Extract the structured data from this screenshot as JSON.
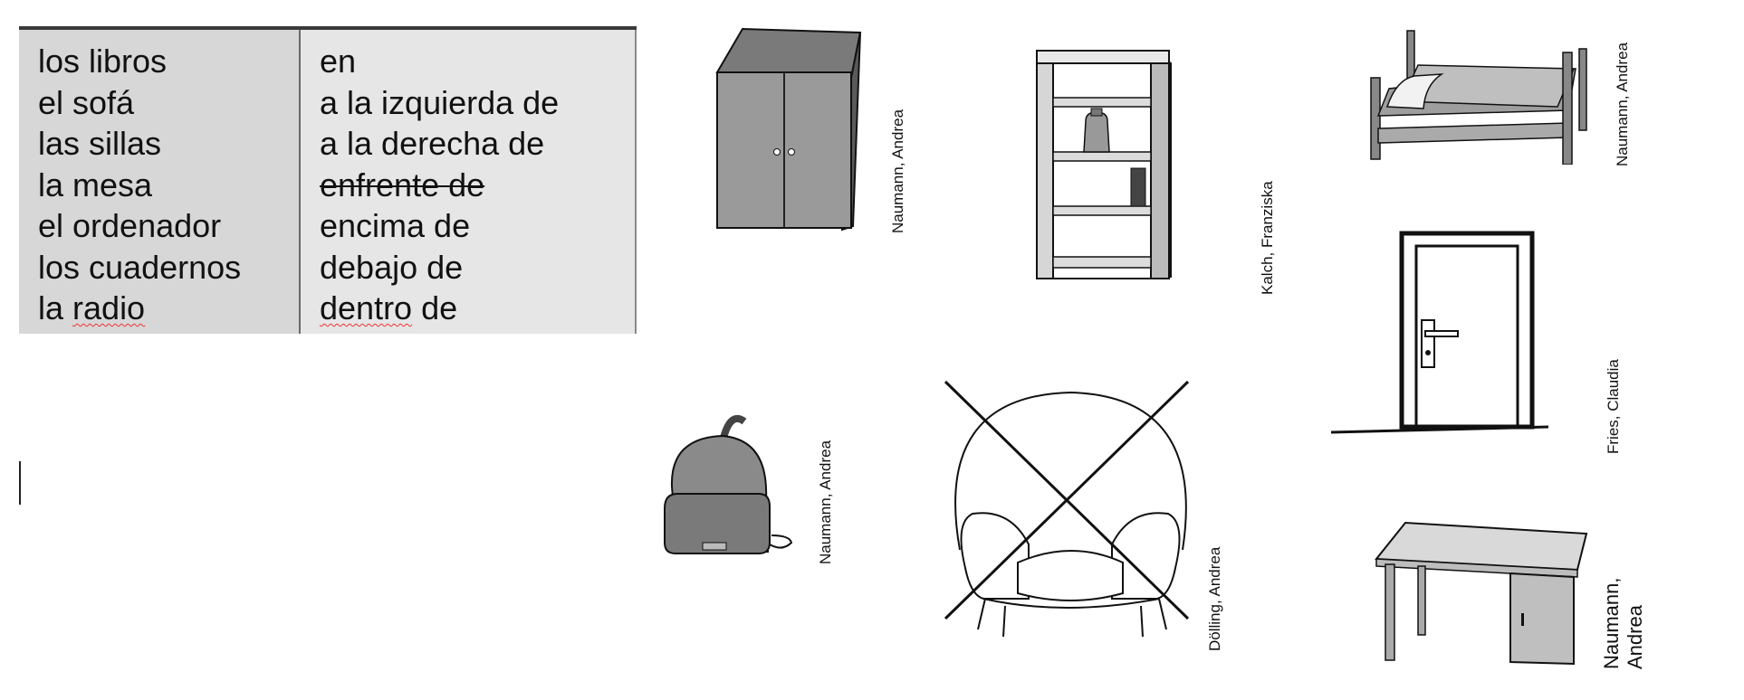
{
  "table": {
    "nouns": [
      "los libros",
      "el sofá",
      "las sillas",
      "la mesa",
      "el ordenador",
      "los cuadernos"
    ],
    "noun_last_prefix": "la ",
    "noun_last_word": "radio",
    "preps": [
      "en",
      "a la izquierda de",
      "a la derecha de",
      "enfrente de",
      "encima de",
      "debajo de"
    ],
    "prep_last_word": "dentro",
    "prep_last_suffix": " de"
  },
  "credits": {
    "wardrobe": "Naumann, Andrea",
    "shelf": "Kalch, Franziska",
    "bed": "Naumann, Andrea",
    "door": "Fries, Claudia",
    "backpack": "Naumann, Andrea",
    "armchair": "Dölling, Andrea",
    "desk": "Naumann, Andrea"
  }
}
